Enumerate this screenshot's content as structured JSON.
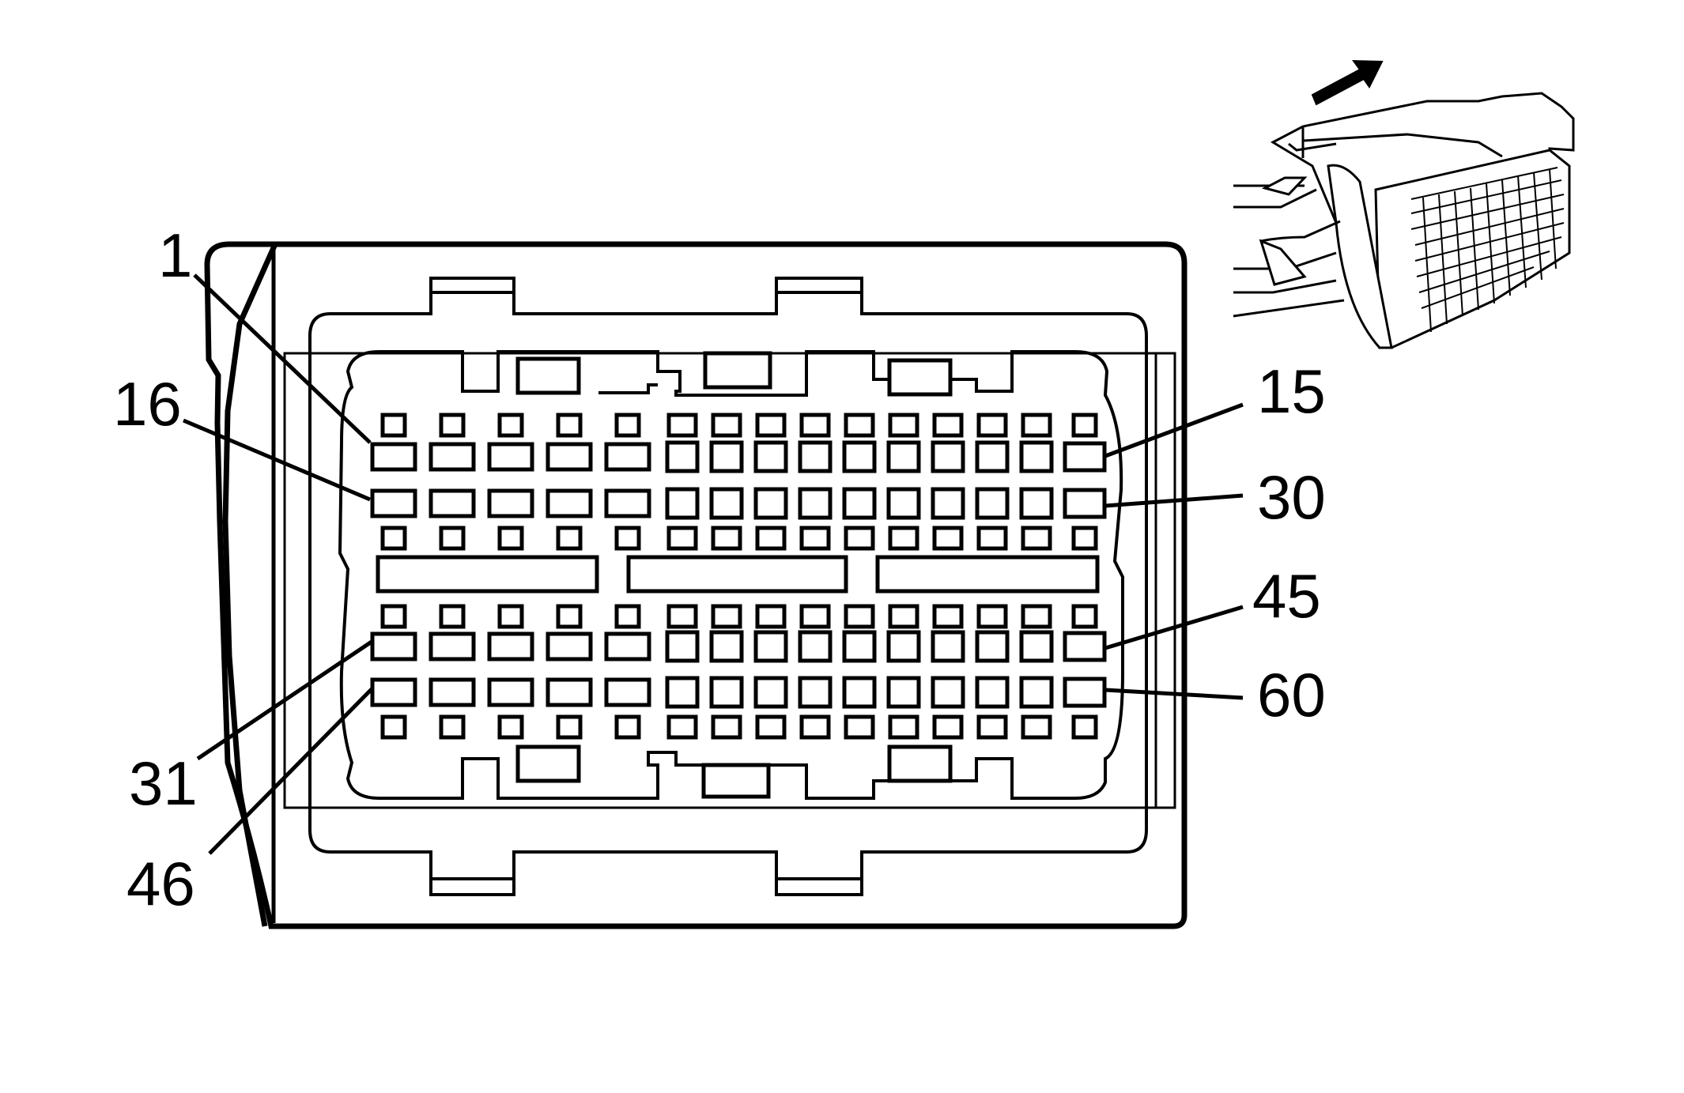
{
  "diagram": {
    "labels": {
      "pin_1": "1",
      "pin_15": "15",
      "pin_16": "16",
      "pin_30": "30",
      "pin_31": "31",
      "pin_45": "45",
      "pin_46": "46",
      "pin_60": "60"
    },
    "connector": {
      "pin_rows": 4,
      "pins_per_row": 15,
      "pin_count": 60
    },
    "colors": {
      "line": "#000000",
      "background": "#ffffff"
    },
    "icons": {
      "view_arrow": "arrow-icon",
      "connector_illustration": "connector-perspective-icon"
    }
  }
}
